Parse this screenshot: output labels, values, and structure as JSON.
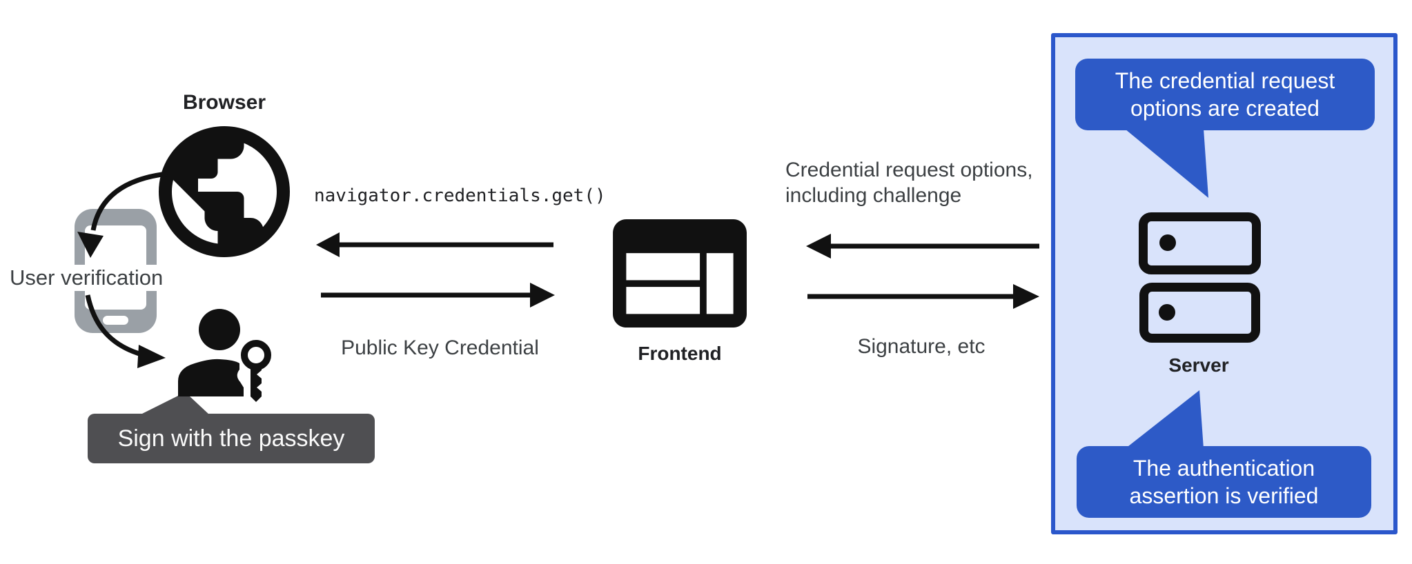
{
  "nodes": {
    "browser": {
      "label": "Browser"
    },
    "frontend": {
      "label": "Frontend"
    },
    "server": {
      "label": "Server"
    }
  },
  "browser_side": {
    "user_verification_label": "User verification",
    "passkey_tooltip": "Sign with the passkey"
  },
  "browser_frontend_flow": {
    "call_to_browser": "navigator.credentials.get()",
    "response_to_frontend": "Public Key Credential"
  },
  "frontend_server_flow": {
    "request_line1": "Credential request options,",
    "request_line2": "including challenge",
    "response_to_server": "Signature, etc"
  },
  "server_callouts": {
    "top_line1": "The credential request",
    "top_line2": "options are created",
    "bottom_line1": "The authentication",
    "bottom_line2": "assertion is verified"
  },
  "icons": {
    "globe-icon": "material public globe",
    "smartphone-icon": "gray smartphone outline",
    "person-key-icon": "person silhouette with key",
    "browser-window-icon": "web page layout window",
    "server-icon": "two stacked server units with indicator dots",
    "arrow-icons": "black horizontal flow arrows and curved arrows"
  },
  "colors": {
    "icon_black": "#111111",
    "text_dark": "#202124",
    "text_gray": "#3c4043",
    "phone_gray": "#9aa0a6",
    "tooltip_gray": "#4f4f52",
    "callout_blue": "#2d5ac7",
    "server_box_fill": "#d9e3fb",
    "server_box_border": "#2b57cb",
    "white": "#ffffff"
  }
}
